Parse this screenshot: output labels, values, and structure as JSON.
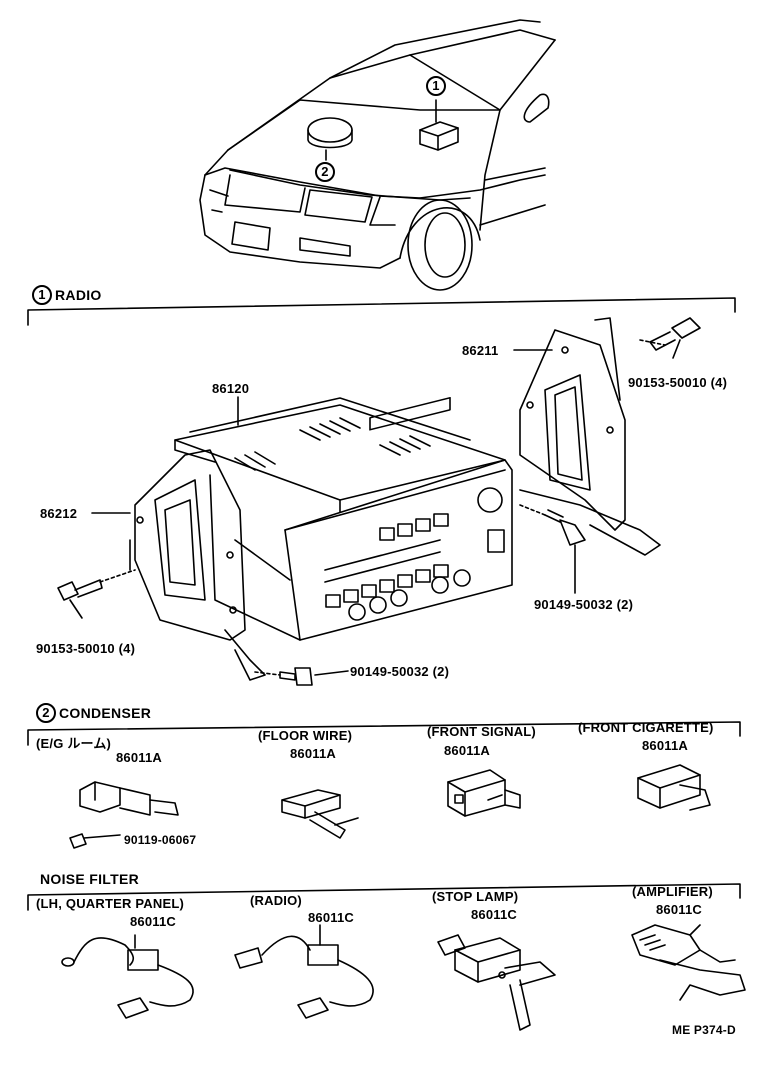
{
  "car_callouts": {
    "c1": "1",
    "c2": "2"
  },
  "section_radio": {
    "num": "1",
    "title": "RADIO"
  },
  "radio_parts": {
    "p86120": "86120",
    "p86211": "86211",
    "p86212": "86212",
    "bolt_right": "90153-50010 (4)",
    "bolt_left": "90153-50010 (4)",
    "screw_right": "90149-50032 (2)",
    "screw_bottom": "90149-50032 (2)"
  },
  "section_condenser": {
    "num": "2",
    "title": "CONDENSER"
  },
  "condensers": [
    {
      "location": "(E/G ルーム)",
      "part": "86011A"
    },
    {
      "location": "(FLOOR WIRE)",
      "part": "86011A"
    },
    {
      "location": "(FRONT SIGNAL)",
      "part": "86011A"
    },
    {
      "location": "(FRONT CIGARETTE)",
      "part": "86011A"
    }
  ],
  "condenser_bolt": "90119-06067",
  "section_noise": {
    "title": "NOISE FILTER"
  },
  "noise_filters": [
    {
      "location": "(LH, QUARTER PANEL)",
      "part": "86011C"
    },
    {
      "location": "(RADIO)",
      "part": "86011C"
    },
    {
      "location": "(STOP LAMP)",
      "part": "86011C"
    },
    {
      "location": "(AMPLIFIER)",
      "part": "86011C"
    }
  ],
  "figure_code": "ME P374-D"
}
